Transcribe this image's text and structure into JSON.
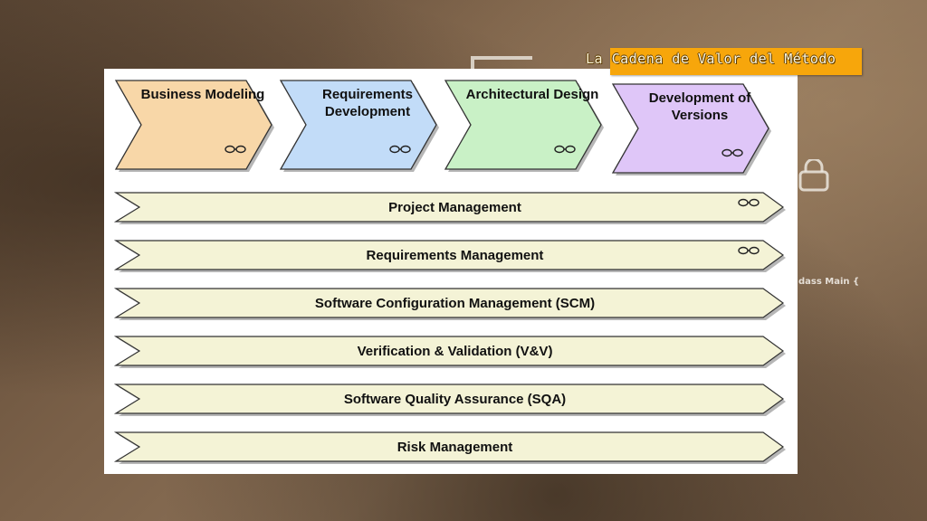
{
  "slide": {
    "title": "La Cadena de Valor del Método",
    "background_fragment_text": "dass Main {"
  },
  "colors": {
    "business_modeling": "#f8d7a8",
    "requirements_development": "#c2dcf8",
    "architectural_design": "#c9f1c6",
    "development_of_versions": "#dfc6f8",
    "support_process": "#f4f3d6",
    "title_box": "#f7a60b"
  },
  "value_chain": {
    "core_processes": [
      {
        "label_lines": [
          "Business Modeling"
        ],
        "color_key": "business_modeling",
        "connector_icon": "link-icon"
      },
      {
        "label_lines": [
          "Requirements",
          "Development"
        ],
        "color_key": "requirements_development",
        "connector_icon": "link-icon"
      },
      {
        "label_lines": [
          "Architectural Design"
        ],
        "color_key": "architectural_design",
        "connector_icon": "link-icon"
      },
      {
        "label_lines": [
          "Development of",
          "Versions"
        ],
        "color_key": "development_of_versions",
        "connector_icon": "link-icon"
      }
    ],
    "support_processes": [
      {
        "label": "Project Management",
        "has_link_icon": true
      },
      {
        "label": "Requirements Management",
        "has_link_icon": true
      },
      {
        "label": "Software Configuration Management (SCM)",
        "has_link_icon": false
      },
      {
        "label": "Verification & Validation (V&V)",
        "has_link_icon": false
      },
      {
        "label": "Software Quality Assurance (SQA)",
        "has_link_icon": false
      },
      {
        "label": "Risk Management",
        "has_link_icon": false
      }
    ]
  }
}
